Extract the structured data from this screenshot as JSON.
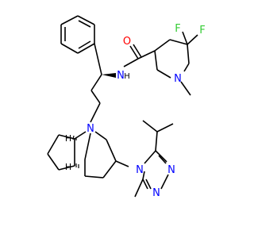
{
  "molecule": {
    "atom_labels": {
      "amide_oxygen": "O",
      "amide_nitrogen": "N",
      "amide_hydrogen": "H",
      "fluorine_1": "F",
      "fluorine_2": "F",
      "piperidine_nitrogen": "N",
      "bridge_nitrogen": "N",
      "stereo_h_1": "H",
      "stereo_h_2": "H",
      "triazole_n4": "N",
      "triazole_n1": "N",
      "triazole_n2": "N"
    },
    "colors": {
      "bond": "#000000",
      "oxygen": "#ff0000",
      "nitrogen": "#0000ff",
      "fluorine": "#33cc33",
      "hydrogen": "#000000"
    }
  }
}
